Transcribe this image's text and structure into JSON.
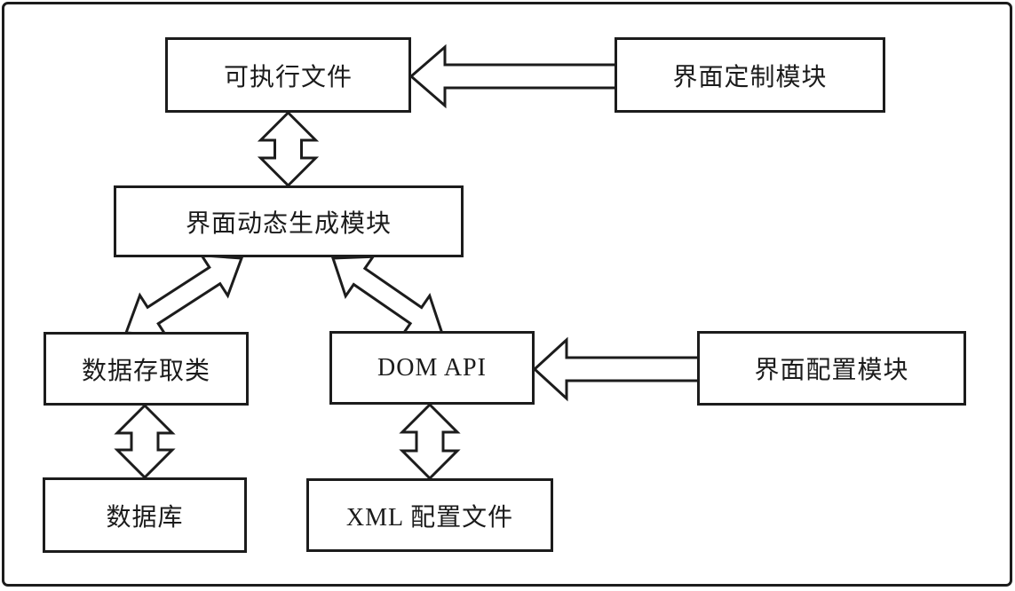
{
  "diagram": {
    "background": "#ffffff",
    "line_color": "#1c1c1c",
    "nodes": {
      "executable": {
        "label": "可执行文件"
      },
      "ui_custom": {
        "label": "界面定制模块"
      },
      "ui_dynamic_gen": {
        "label": "界面动态生成模块"
      },
      "data_access": {
        "label": "数据存取类"
      },
      "dom_api": {
        "label": "DOM API"
      },
      "ui_config": {
        "label": "界面配置模块"
      },
      "database": {
        "label": "数据库"
      },
      "xml_config": {
        "label": "XML 配置文件"
      }
    },
    "edges": [
      {
        "from": "界面定制模块",
        "to": "可执行文件",
        "style": "hollow-open-arrow",
        "heads": "single",
        "direction": "right-to-left"
      },
      {
        "from": "可执行文件",
        "to": "界面动态生成模块",
        "style": "hollow-block-arrow",
        "heads": "double",
        "direction": "vertical"
      },
      {
        "from": "界面动态生成模块",
        "to": "数据存取类",
        "style": "hollow-block-arrow",
        "heads": "double",
        "direction": "diagonal-down-left"
      },
      {
        "from": "界面动态生成模块",
        "to": "DOM API",
        "style": "hollow-block-arrow",
        "heads": "double",
        "direction": "diagonal-down-right"
      },
      {
        "from": "界面配置模块",
        "to": "DOM API",
        "style": "hollow-open-arrow",
        "heads": "single",
        "direction": "right-to-left"
      },
      {
        "from": "数据存取类",
        "to": "数据库",
        "style": "hollow-block-arrow",
        "heads": "double",
        "direction": "vertical"
      },
      {
        "from": "DOM API",
        "to": "XML 配置文件",
        "style": "hollow-block-arrow",
        "heads": "double",
        "direction": "vertical"
      }
    ]
  }
}
